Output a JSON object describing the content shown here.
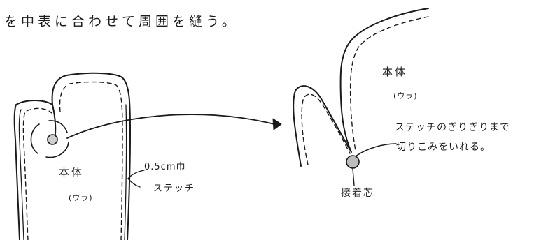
{
  "instruction": "を中表に合わせて周囲を縫う。",
  "left_mitten": {
    "body_label": "本体",
    "side_label": "(ウラ)",
    "seam_width_label": "0.5cm巾",
    "stitch_label": "ステッチ"
  },
  "right_mitten": {
    "body_label": "本体",
    "side_label": "(ウラ)",
    "fabric_label": "接着芯",
    "note_line_1": "ステッチのぎりぎりまで",
    "note_line_2": "切りこみをいれる。"
  },
  "colors": {
    "ink": "#1a1a1a",
    "paper": "#ffffff",
    "fabric_dot": "#bdbdbd"
  }
}
